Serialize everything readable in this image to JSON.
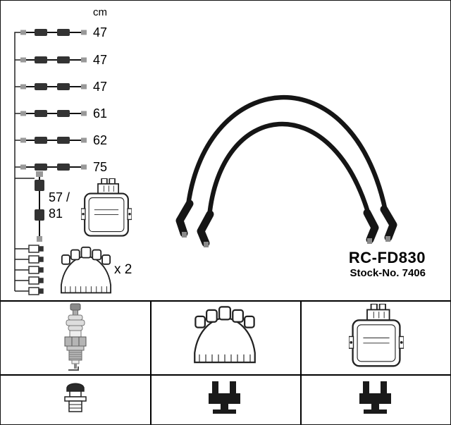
{
  "product": {
    "part_number": "RC-FD830",
    "stock_number": "Stock-No. 7406"
  },
  "measurements": {
    "unit": "cm",
    "lengths": [
      "47",
      "47",
      "47",
      "61",
      "62",
      "75"
    ],
    "coil_wire": {
      "line1": "57 /",
      "line2": "81"
    }
  },
  "distributor_cap": {
    "quantity": "x 2"
  },
  "colors": {
    "line": "#1a1a1a",
    "wire": "#151515",
    "background": "#ffffff"
  },
  "icons": {
    "top": [
      "cable-set-diagram",
      "ignition-coil-icon",
      "distributor-cap-icon",
      "spark-plug-wires"
    ],
    "bottom_row_1": [
      "spark-plug-icon",
      "distributor-cap-icon",
      "ignition-coil-icon"
    ],
    "bottom_row_2": [
      "sae-terminal-icon",
      "block-terminal-icon",
      "block-terminal-icon"
    ]
  }
}
